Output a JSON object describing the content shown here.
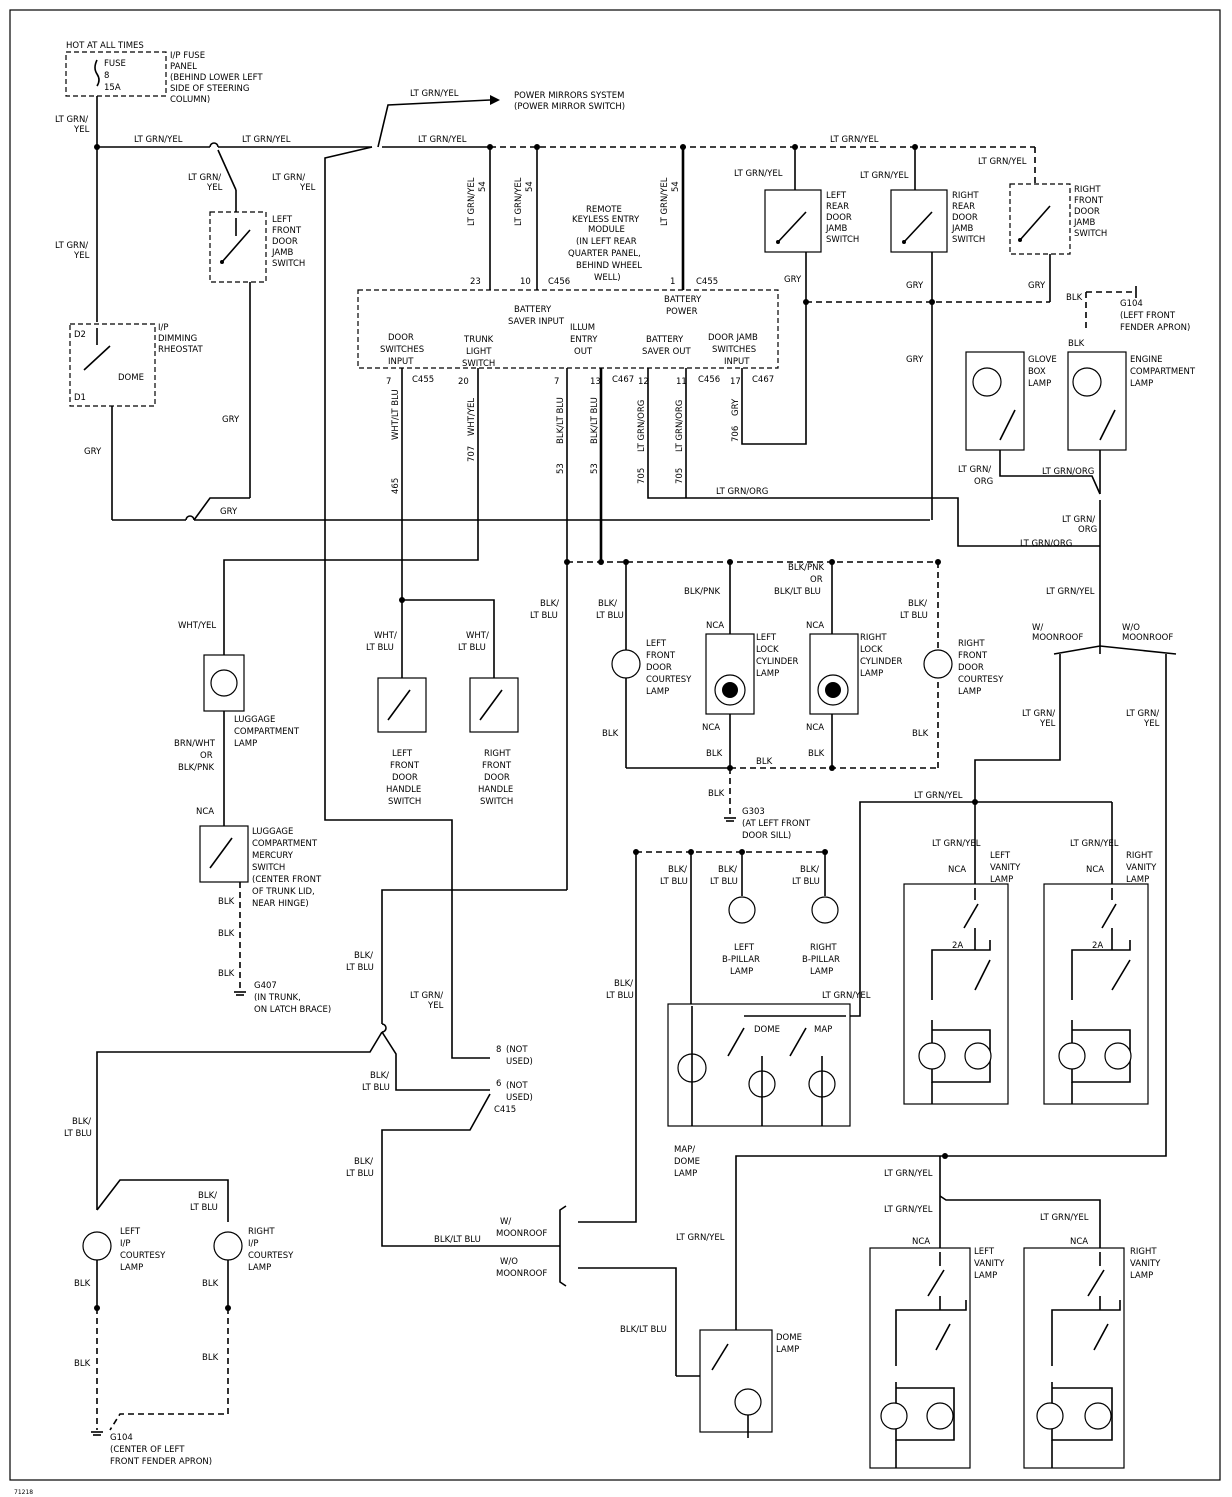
{
  "fuse": {
    "hot": "HOT AT ALL TIMES",
    "fuse": "FUSE",
    "num": "8",
    "amp": "15A",
    "panel": [
      "I/P FUSE",
      "PANEL",
      "(BEHIND LOWER LEFT",
      "SIDE OF STEERING",
      "COLUMN)"
    ]
  },
  "wire": {
    "ltgrnyel": "LT GRN/YEL",
    "ltgrn": "LT GRN/",
    "yel": "YEL",
    "gry": "GRY",
    "blk": "BLK",
    "blkltblu": "BLK/LT BLU",
    "blk_": "BLK/",
    "ltblu": "LT BLU",
    "whtyel": "WHT/YEL",
    "wht_": "WHT/",
    "ltgrnorg": "LT GRN/ORG",
    "org": "ORG",
    "blkpnk": "BLK/PNK",
    "or": "OR",
    "nca": "NCA",
    "brnwht": "BRN/WHT",
    "blkpnk2": "BLK/PNK",
    "whtltblu": "WHT/LT BLU",
    "blkltblu2": "BLK/LT BLU",
    "ltgrnorg_v": "LT GRN/ORG"
  },
  "mirrors": [
    "POWER MIRRORS SYSTEM",
    "(POWER MIRROR SWITCH)"
  ],
  "module": {
    "title": [
      "REMOTE",
      "KEYLESS ENTRY",
      "MODULE",
      "(IN LEFT REAR",
      "QUARTER PANEL,",
      "BEHIND WHEEL",
      "WELL)"
    ],
    "battsaverin": [
      "BATTERY",
      "SAVER INPUT"
    ],
    "battpower": [
      "BATTERY",
      "POWER"
    ],
    "doorsw": [
      "DOOR",
      "SWITCHES",
      "INPUT"
    ],
    "trunk": [
      "TRUNK",
      "LIGHT",
      "SWITCH"
    ],
    "illum": [
      "ILLUM",
      "ENTRY",
      "OUT"
    ],
    "battsaverout": [
      "BATTERY",
      "SAVER OUT"
    ],
    "jamb": [
      "DOOR JAMB",
      "SWITCHES",
      "INPUT"
    ],
    "c456": "C456",
    "c455": "C455",
    "c467": "C467",
    "pins": [
      "23",
      "10",
      "1",
      "7",
      "20",
      "7",
      "13",
      "12",
      "11",
      "17"
    ],
    "circ": [
      "54",
      "705",
      "706",
      "465",
      "707",
      "53"
    ]
  },
  "switches": {
    "lfjamb": [
      "LEFT",
      "FRONT",
      "DOOR",
      "JAMB",
      "SWITCH"
    ],
    "lrjamb": [
      "LEFT",
      "REAR",
      "DOOR",
      "JAMB",
      "SWITCH"
    ],
    "rrjamb": [
      "RIGHT",
      "REAR",
      "DOOR",
      "JAMB",
      "SWITCH"
    ],
    "rfjamb": [
      "RIGHT",
      "FRONT",
      "DOOR",
      "JAMB",
      "SWITCH"
    ],
    "dimmer": [
      "I/P",
      "DIMMING",
      "RHEOSTAT"
    ],
    "d2": "D2",
    "d1": "D1",
    "dome": "DOME",
    "lhandle": [
      "LEFT",
      "FRONT",
      "DOOR",
      "HANDLE",
      "SWITCH"
    ],
    "rhandle": [
      "RIGHT",
      "FRONT",
      "DOOR",
      "HANDLE",
      "SWITCH"
    ],
    "merc": [
      "LUGGAGE",
      "COMPARTMENT",
      "MERCURY",
      "SWITCH",
      "(CENTER FRONT",
      "OF TRUNK LID,",
      "NEAR HINGE)"
    ]
  },
  "lamps": {
    "glove": [
      "GLOVE",
      "BOX",
      "LAMP"
    ],
    "engine": [
      "ENGINE",
      "COMPARTMENT",
      "LAMP"
    ],
    "luggage": [
      "LUGGAGE",
      "COMPARTMENT",
      "LAMP"
    ],
    "lfcourt": [
      "LEFT",
      "FRONT",
      "DOOR",
      "COURTESY",
      "LAMP"
    ],
    "llock": [
      "LEFT",
      "LOCK",
      "CYLINDER",
      "LAMP"
    ],
    "rlock": [
      "RIGHT",
      "LOCK",
      "CYLINDER",
      "LAMP"
    ],
    "rfcourt": [
      "RIGHT",
      "FRONT",
      "DOOR",
      "COURTESY",
      "LAMP"
    ],
    "lbpil": [
      "LEFT",
      "B-PILLAR",
      "LAMP"
    ],
    "rbpil": [
      "RIGHT",
      "B-PILLAR",
      "LAMP"
    ],
    "mapdome": [
      "MAP/",
      "DOME",
      "LAMP"
    ],
    "domeword": "DOME",
    "mapword": "MAP",
    "lvan": [
      "LEFT",
      "VANITY",
      "LAMP"
    ],
    "rvan": [
      "RIGHT",
      "VANITY",
      "LAMP"
    ],
    "amp2": "2A",
    "lip": [
      "LEFT",
      "I/P",
      "COURTESY",
      "LAMP"
    ],
    "rip": [
      "RIGHT",
      "I/P",
      "COURTESY",
      "LAMP"
    ],
    "domelamp": [
      "DOME",
      "LAMP"
    ]
  },
  "grounds": {
    "g104top": [
      "G104",
      "(LEFT FRONT",
      "FENDER APRON)"
    ],
    "g303": [
      "G303",
      "(AT LEFT FRONT",
      "DOOR SILL)"
    ],
    "g407": [
      "G407",
      "(IN TRUNK,",
      "ON LATCH BRACE)"
    ],
    "g104bot": [
      "G104",
      "(CENTER OF LEFT",
      "FRONT FENDER APRON)"
    ]
  },
  "conn": {
    "c415": "C415",
    "p8": "8",
    "p6": "6",
    "notused": "(NOT",
    "used": "USED)",
    "wmoon": [
      "W/",
      "MOONROOF"
    ],
    "womoon": [
      "W/O",
      "MOONROOF"
    ]
  },
  "footer": "71218"
}
